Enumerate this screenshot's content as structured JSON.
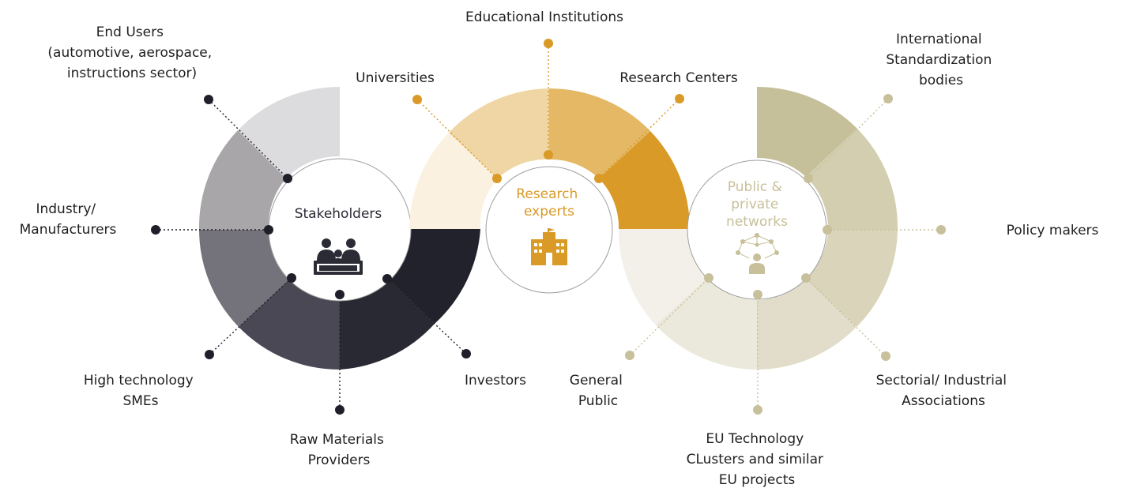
{
  "hubs": {
    "stakeholders": {
      "title": "Stakeholders",
      "icon": "people-meeting-icon",
      "color": "#2b2b35"
    },
    "research": {
      "title_lines": [
        "Research",
        "experts"
      ],
      "icon": "school-building-icon",
      "color": "#d89a26"
    },
    "networks": {
      "title_lines": [
        "Public &",
        "private",
        "networks"
      ],
      "icon": "network-person-icon",
      "color": "#c7c09a"
    }
  },
  "labels": {
    "end_users": [
      "End Users",
      "(automotive, aerospace,",
      "instructions sector)"
    ],
    "industry": [
      "Industry/",
      "Manufacturers"
    ],
    "high_tech": [
      "High technology",
      "SMEs"
    ],
    "raw_materials": [
      "Raw Materials",
      "Providers"
    ],
    "investors": [
      "Investors"
    ],
    "universities": [
      "Universities"
    ],
    "educational": [
      "Educational Institutions"
    ],
    "research_centers": [
      "Research Centers"
    ],
    "general_public": [
      "General",
      "Public"
    ],
    "eu_clusters": [
      "EU Technology",
      "CLusters and similar",
      "EU projects"
    ],
    "international": [
      "International",
      "Standardization",
      "bodies"
    ],
    "policy": [
      "Policy makers"
    ],
    "sectorial": [
      "Sectorial/ Industrial",
      "Associations"
    ]
  },
  "colors": {
    "dark_dot": "#1f1f2a",
    "gold_dot": "#d99a27",
    "sage_dot": "#c7c09a"
  }
}
